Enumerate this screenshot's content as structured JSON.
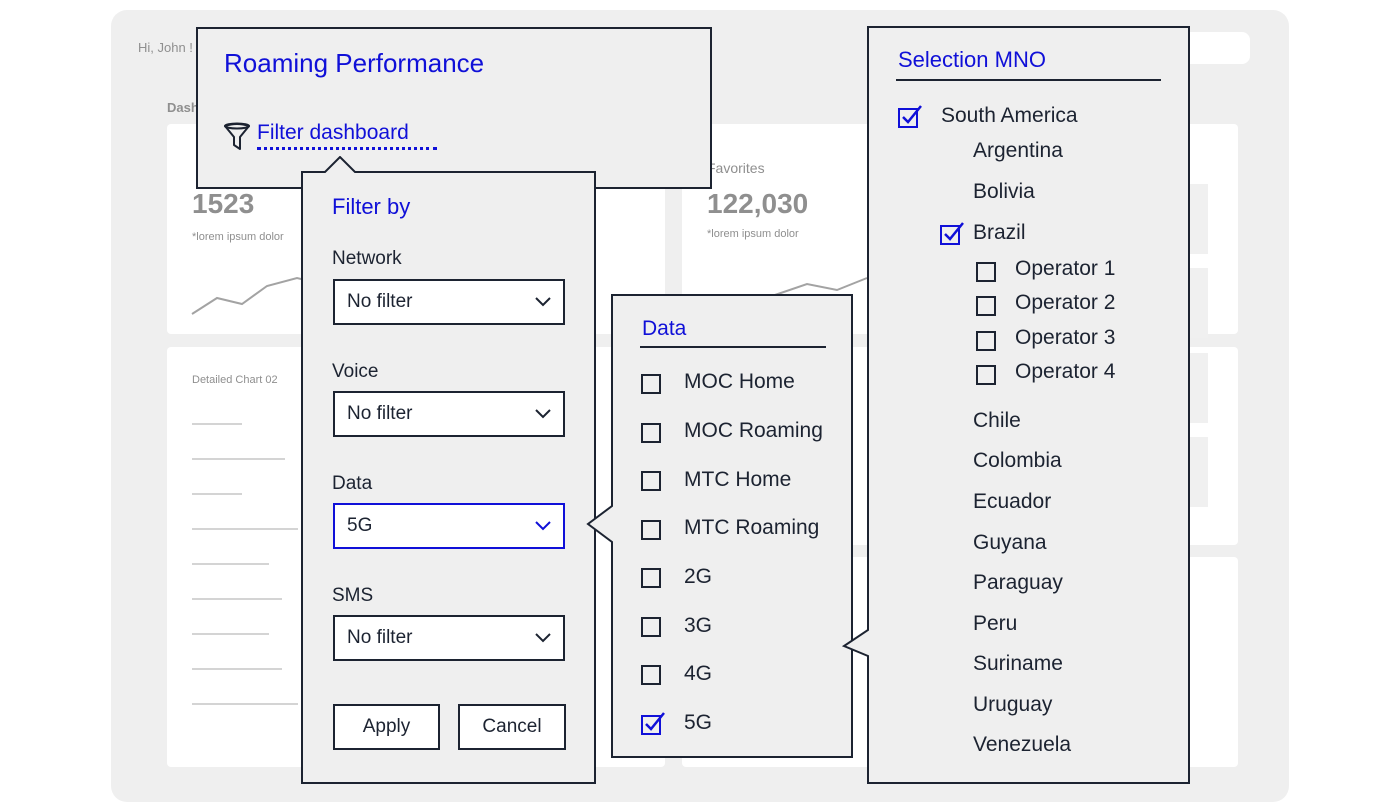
{
  "background": {
    "greeting": "Hi, John !",
    "dashboard_label": "Dash",
    "card1": {
      "number": "1523",
      "note": "*lorem ipsum dolor"
    },
    "card2": {
      "title": "Favorites",
      "number": "122,030",
      "note": "*lorem ipsum dolor"
    },
    "card3": {
      "title": "Detailed Chart 02"
    }
  },
  "header_panel": {
    "title": "Roaming Performance",
    "filter_link": "Filter dashboard"
  },
  "filter_panel": {
    "title": "Filter by",
    "fields": [
      {
        "label": "Network",
        "value": "No filter"
      },
      {
        "label": "Voice",
        "value": "No filter"
      },
      {
        "label": "Data",
        "value": "5G"
      },
      {
        "label": "SMS",
        "value": "No filter"
      }
    ],
    "apply_label": "Apply",
    "cancel_label": "Cancel"
  },
  "data_panel": {
    "title": "Data",
    "options": [
      {
        "label": "MOC Home",
        "checked": false
      },
      {
        "label": "MOC Roaming",
        "checked": false
      },
      {
        "label": "MTC Home",
        "checked": false
      },
      {
        "label": "MTC Roaming",
        "checked": false
      },
      {
        "label": "2G",
        "checked": false
      },
      {
        "label": "3G",
        "checked": false
      },
      {
        "label": "4G",
        "checked": false
      },
      {
        "label": "5G",
        "checked": true
      }
    ]
  },
  "mno_panel": {
    "title": "Selection MNO",
    "region": {
      "label": "South America",
      "checked": true
    },
    "countries_before": [
      "Argentina",
      "Bolivia"
    ],
    "brazil": {
      "label": "Brazil",
      "checked": true
    },
    "operators": [
      {
        "label": "Operator 1",
        "checked": false
      },
      {
        "label": "Operator 2",
        "checked": false
      },
      {
        "label": "Operator 3",
        "checked": false
      },
      {
        "label": "Operator 4",
        "checked": false
      }
    ],
    "countries_after": [
      "Chile",
      "Colombia",
      "Ecuador",
      "Guyana",
      "Paraguay",
      "Peru",
      "Suriname",
      "Uruguay",
      "Venezuela"
    ]
  },
  "colors": {
    "accent": "#1010d8",
    "border": "#1c2331",
    "panel_bg": "#efefef"
  },
  "icons": {
    "filter": "funnel-icon",
    "dropdown": "chevron-down-icon",
    "check": "checkbox-checked-icon"
  }
}
